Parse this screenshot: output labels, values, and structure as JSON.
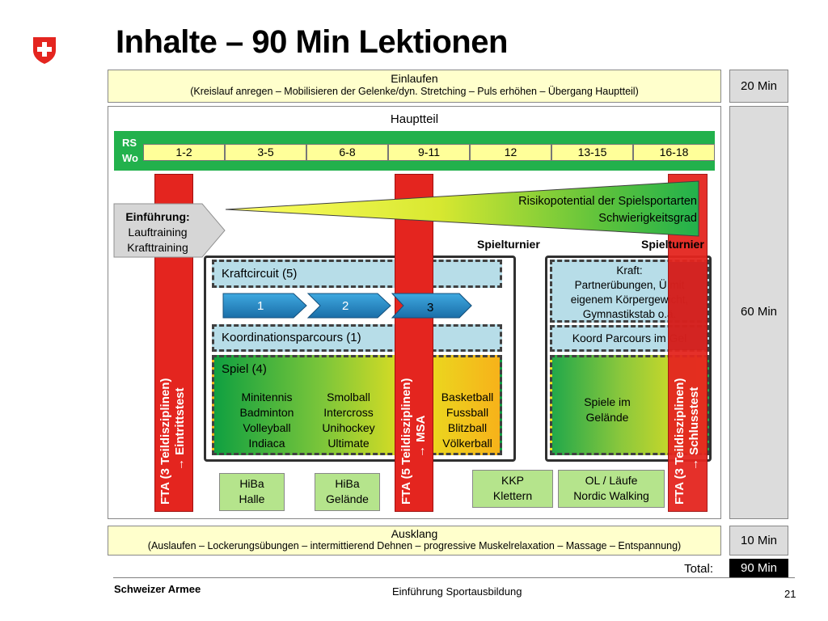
{
  "title": "Inhalte – 90 Min Lektionen",
  "einlaufen": {
    "heading": "Einlaufen",
    "detail": "(Kreislauf anregen – Mobilisieren der Gelenke/dyn. Stretching – Puls erhöhen – Übergang Hauptteil)",
    "duration": "20 Min"
  },
  "hauptteil": {
    "heading": "Hauptteil",
    "duration": "60 Min",
    "rs_label": "RS",
    "wo_label": "Wo",
    "weeks": [
      "1-2",
      "3-5",
      "6-8",
      "9-11",
      "12",
      "13-15",
      "16-18"
    ],
    "einfuehrung": {
      "title": "Einführung:",
      "line1": "Lauftraining",
      "line2": "Krafttraining"
    },
    "triangle_line1": "Risikopotential der Spielsportarten",
    "triangle_line2": "Schwierigkeitsgrad",
    "spielturnier_1": "Spielturnier",
    "spielturnier_2": "Spielturnier",
    "kraftcircuit": "Kraftcircuit (5)",
    "arrows": [
      "1",
      "2",
      "3"
    ],
    "koordination": "Koordinationsparcours (1)",
    "spiel": {
      "heading": "Spiel (4)",
      "col1": [
        "Minitennis",
        "Badminton",
        "Volleyball",
        "Indiaca"
      ],
      "col2": [
        "Smolball",
        "Intercross",
        "Unihockey",
        "Ultimate"
      ],
      "col3": [
        "Basketball",
        "Fussball",
        "Blitzball",
        "Völkerball"
      ]
    },
    "kraft_right": {
      "line1": "Kraft:",
      "line2": "Partnerübungen, Ü mit",
      "line3": "eigenem Körpergewicht,",
      "line4": "Gymnastikstab o.ä."
    },
    "koord_right": "Koord Parcours im Gel",
    "spiele_gelaende": {
      "line1": "Spiele im",
      "line2": "Gelände"
    },
    "fta_1": {
      "line1": "FTA (3 Teildisziplinen)",
      "line2": "→ Eintrittstest"
    },
    "fta_2": {
      "line1": "FTA (5 Teildisziplinen)",
      "line2": "→ MSA"
    },
    "fta_3": {
      "line1": "FTA (3 Teildisziplinen)",
      "line2": "→ Schlusstest"
    },
    "hiba_halle": {
      "line1": "HiBa",
      "line2": "Halle"
    },
    "hiba_gelaende": {
      "line1": "HiBa",
      "line2": "Gelände"
    },
    "kkp": {
      "line1": "KKP",
      "line2": "Klettern"
    },
    "ol": {
      "line1": "OL / Läufe",
      "line2": "Nordic Walking"
    }
  },
  "ausklang": {
    "heading": "Ausklang",
    "detail": "(Auslaufen – Lockerungsübungen – intermittierend Dehnen – progressive Muskelrelaxation – Massage – Entspannung)",
    "duration": "10 Min"
  },
  "total_label": "Total:",
  "total_value": "90 Min",
  "footer": {
    "org": "Schweizer Armee",
    "center": "Einführung Sportausbildung",
    "page": "21"
  },
  "colors": {
    "swiss_red": "#e4251f",
    "green_bar": "#22b14c",
    "week_yellow": "#ffff99",
    "total_bg": "#000000"
  }
}
